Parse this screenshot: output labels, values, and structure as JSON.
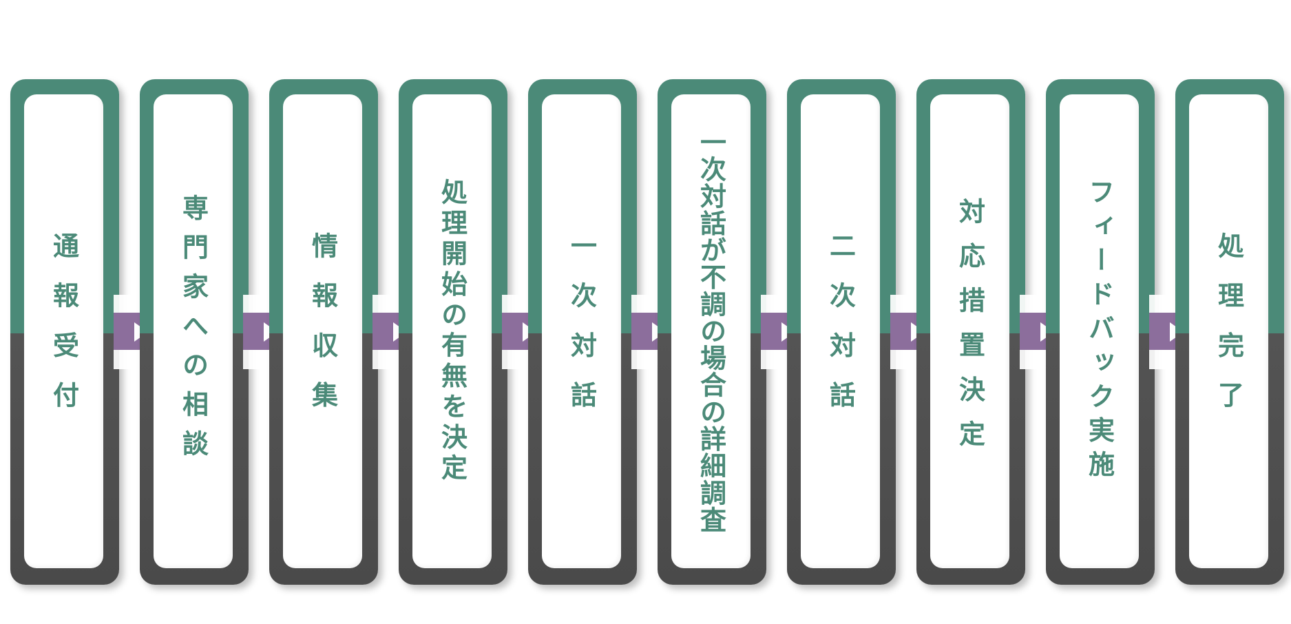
{
  "steps": [
    {
      "label": "通報受付",
      "letter_spacing": 0.9
    },
    {
      "label": "専門家への相談",
      "letter_spacing": 0.5
    },
    {
      "label": "情報収集",
      "letter_spacing": 0.9
    },
    {
      "label": "処理開始の有無を決定",
      "letter_spacing": 0.17
    },
    {
      "label": "一次対話",
      "letter_spacing": 0.9
    },
    {
      "label": "一次対話が不調の場合の詳細調査",
      "letter_spacing": 0.03
    },
    {
      "label": "二次対話",
      "letter_spacing": 0.9
    },
    {
      "label": "対応措置決定",
      "letter_spacing": 0.7
    },
    {
      "label": "フィードバック実施",
      "letter_spacing": 0.3
    },
    {
      "label": "処理完了",
      "letter_spacing": 0.9
    }
  ],
  "colors": {
    "teal": "#4b8a78",
    "dark_gray": "#545454",
    "purple": "#8c6e9c",
    "card": "#ffffff"
  },
  "icons": {
    "connector": "right-triangle-arrow-icon"
  }
}
